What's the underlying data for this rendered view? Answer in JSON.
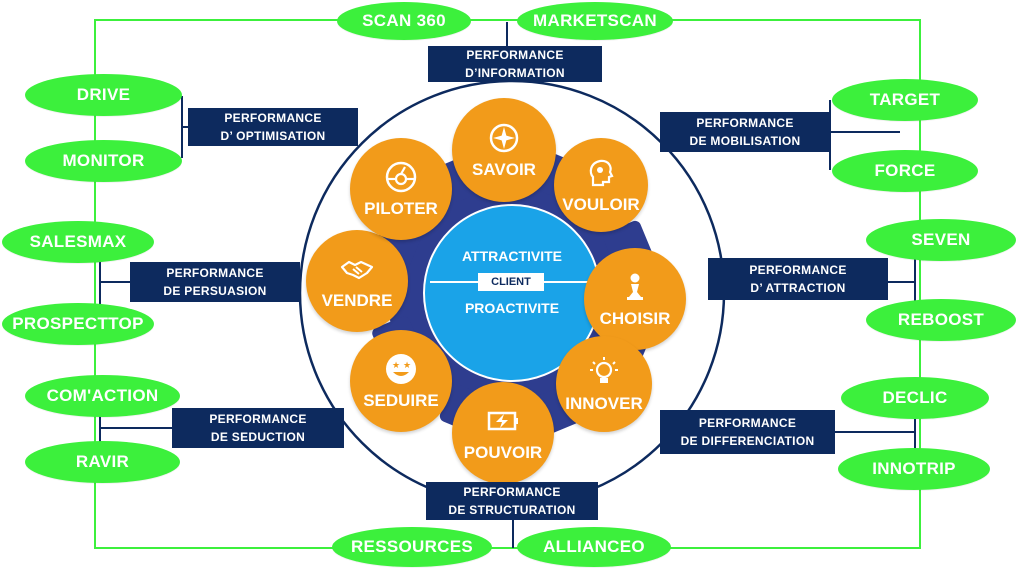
{
  "top_products": [
    "SCAN 360",
    "MARKETSCAN"
  ],
  "bottom_products": [
    "RESSOURCES",
    "ALLIANCEO"
  ],
  "left_products": [
    "DRIVE",
    "MONITOR",
    "SALESMAX",
    "PROSPECTTOP",
    "COM'ACTION",
    "RAVIR"
  ],
  "right_products": [
    "TARGET",
    "FORCE",
    "SEVEN",
    "REBOOST",
    "DECLIC",
    "INNOTRIP"
  ],
  "performances": {
    "information": {
      "line1": "PERFORMANCE",
      "line2": "D’INFORMATION"
    },
    "optimisation": {
      "line1": "PERFORMANCE",
      "line2": "D’ OPTIMISATION"
    },
    "mobilisation": {
      "line1": "PERFORMANCE",
      "line2": "DE MOBILISATION"
    },
    "persuasion": {
      "line1": "PERFORMANCE",
      "line2": "DE PERSUASION"
    },
    "attraction": {
      "line1": "PERFORMANCE",
      "line2": "D’ ATTRACTION"
    },
    "seduction": {
      "line1": "PERFORMANCE",
      "line2": "DE SEDUCTION"
    },
    "differenciation": {
      "line1": "PERFORMANCE",
      "line2": "DE DIFFERENCIATION"
    },
    "structuration": {
      "line1": "PERFORMANCE",
      "line2": "DE STRUCTURATION"
    }
  },
  "levers": {
    "savoir": "SAVOIR",
    "vouloir": "VOULOIR",
    "choisir": "CHOISIR",
    "innover": "INNOVER",
    "pouvoir": "POUVOIR",
    "seduire": "SEDUIRE",
    "vendre": "VENDRE",
    "piloter": "PILOTER"
  },
  "center": {
    "top": "ATTRACTIVITE",
    "middle": "CLIENT",
    "bottom": "PROACTIVITE"
  },
  "colors": {
    "green": "#3cf03c",
    "navy": "#0d2a5e",
    "orange": "#f29b1a",
    "gear": "#2e3d8f",
    "blue": "#1aa3e8"
  }
}
